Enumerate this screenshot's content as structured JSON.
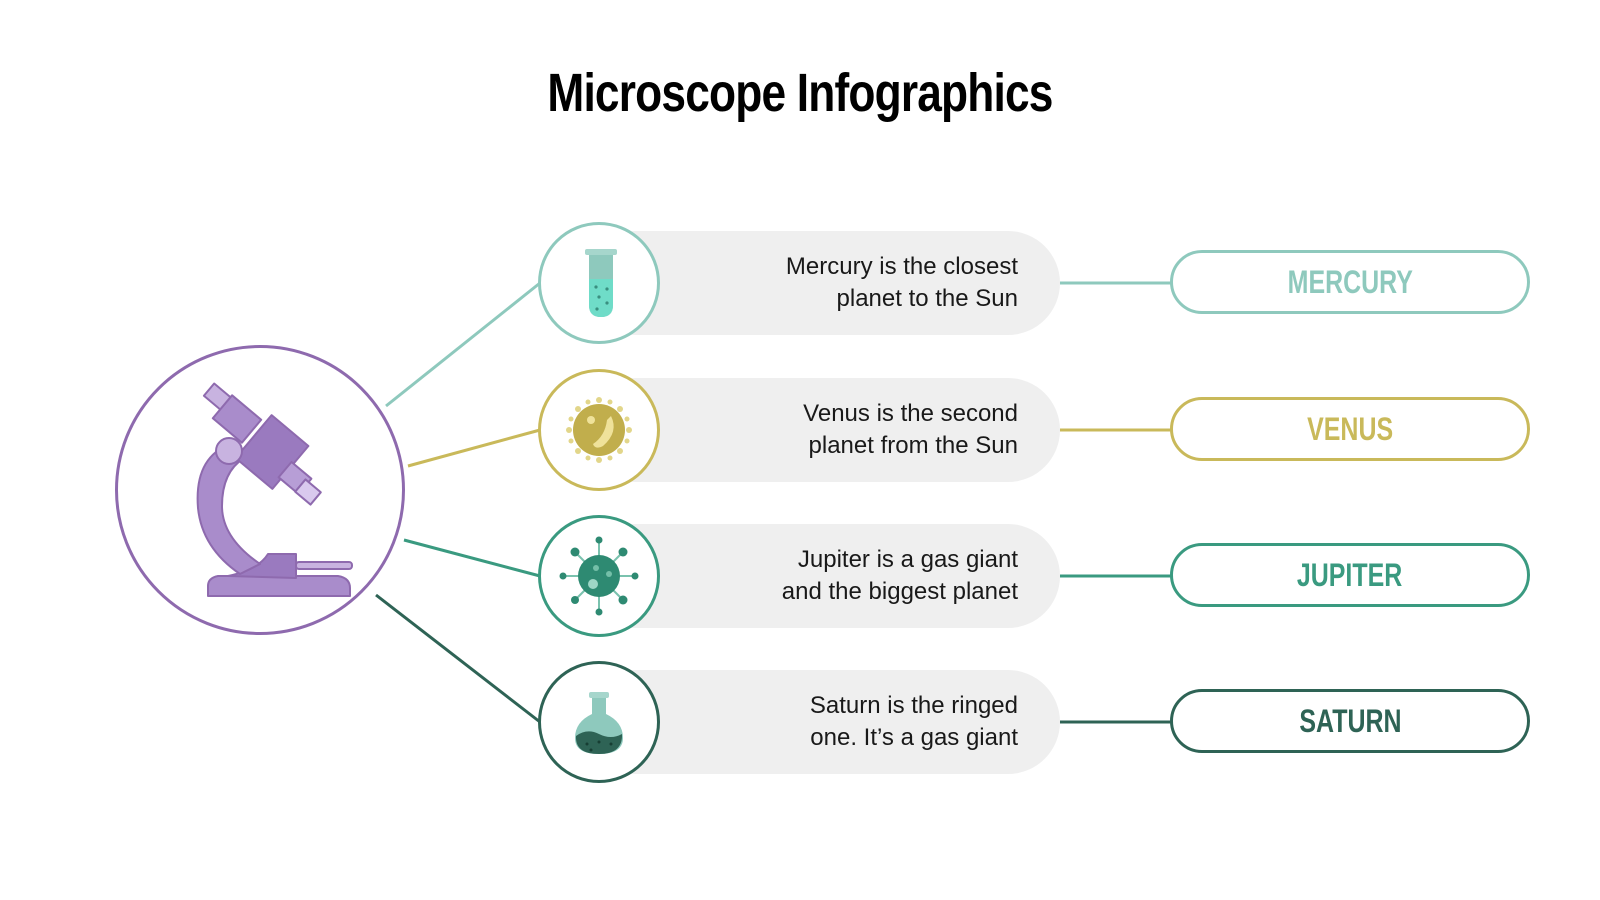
{
  "title": "Microscope Infographics",
  "hub": {
    "icon": "microscope-icon",
    "color": "#8e6aae"
  },
  "items": [
    {
      "name": "MERCURY",
      "description_line1": "Mercury is the closest",
      "description_line2": "planet to the Sun",
      "icon": "test-tube-icon",
      "color": "#8ec9bd"
    },
    {
      "name": "VENUS",
      "description_line1": "Venus is the second",
      "description_line2": "planet from the Sun",
      "icon": "bacteria-icon",
      "color": "#c9b95a"
    },
    {
      "name": "JUPITER",
      "description_line1": "Jupiter is a gas giant",
      "description_line2": "and the biggest planet",
      "icon": "virus-icon",
      "color": "#3a9a80"
    },
    {
      "name": "SATURN",
      "description_line1": "Saturn is the ringed",
      "description_line2": "one. It’s a gas giant",
      "icon": "flask-icon",
      "color": "#2e6355"
    }
  ]
}
